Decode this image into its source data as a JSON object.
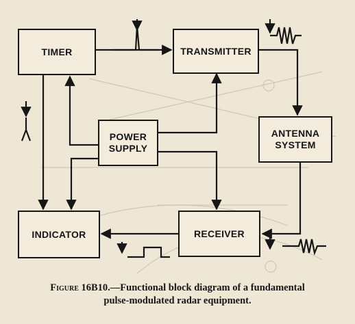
{
  "diagram": {
    "blocks": {
      "timer": "TIMER",
      "transmitter": "TRANSMITTER",
      "power_supply": [
        "POWER",
        "SUPPLY"
      ],
      "antenna_system": [
        "ANTENNA",
        "SYSTEM"
      ],
      "indicator": "INDICATOR",
      "receiver": "RECEIVER"
    }
  },
  "caption": {
    "figure_number": "Figure 16B10.",
    "line1_text": "—Functional block diagram of a fundamental",
    "line2": "pulse-modulated radar equipment."
  },
  "colors": {
    "ink": "#161616",
    "paper": "#efe7d6",
    "faded_print": "#c9c1b1"
  }
}
